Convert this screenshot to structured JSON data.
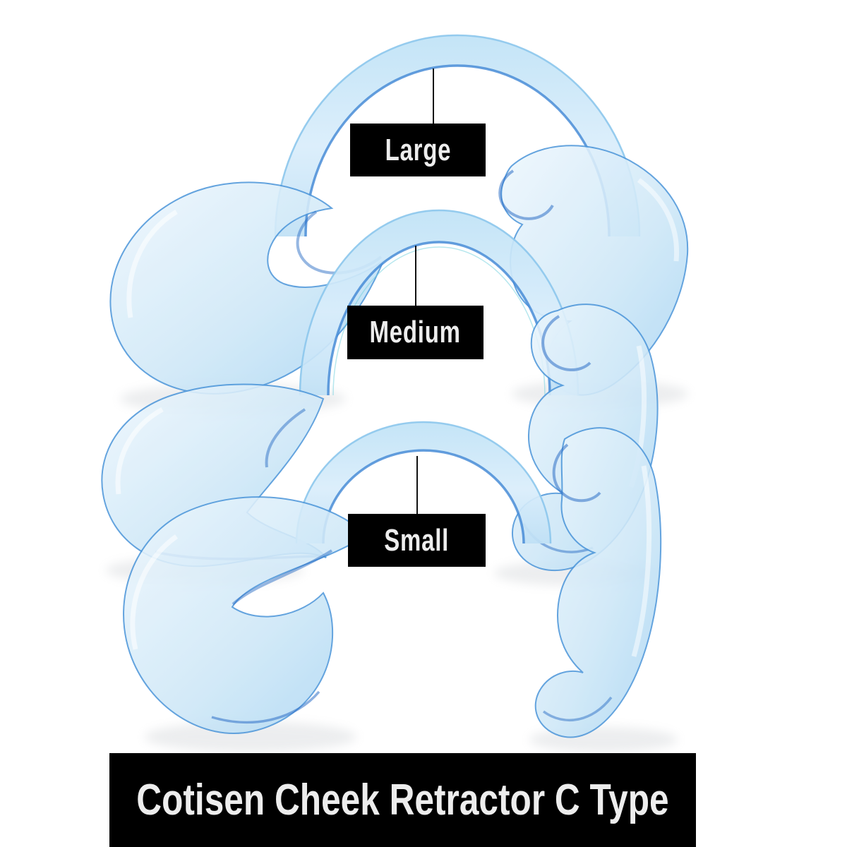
{
  "product": {
    "name": "Cotisen Cheek Retractor C Type",
    "material_color": "translucent light blue",
    "item_count": 3
  },
  "labels": {
    "large": "Large",
    "medium": "Medium",
    "small": "Small"
  },
  "banner": {
    "title": "Cotisen Cheek Retractor C Type"
  },
  "colors": {
    "background": "#ffffff",
    "label_background": "#000000",
    "label_text": "#ededed",
    "banner_background": "#000000",
    "banner_text": "#ededed",
    "pointer_line": "#111111",
    "plastic_light": "#dcEEfb",
    "plastic_mid": "#a9d6f2",
    "plastic_edge": "#3f86d4",
    "plastic_edge_deep": "#2a66c0",
    "shadow": "#9aa0a8"
  }
}
